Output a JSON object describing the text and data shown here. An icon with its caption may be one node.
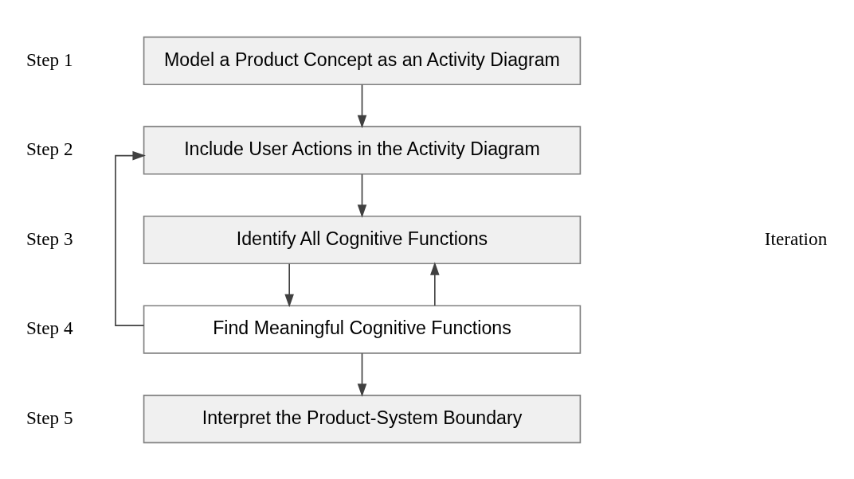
{
  "diagram": {
    "nodes": [
      {
        "text": [
          "Model a Product Concept as an Activity Diagram"
        ],
        "beside": [
          "Step 1"
        ]
      },
      {
        "text": [
          "Include User Actions in the Activity Diagram"
        ],
        "beside": [
          "Step 2"
        ]
      },
      {
        "text": [
          "Identify All Cognitive Functions"
        ],
        "beside": [
          "Step 3"
        ]
      },
      {
        "text": [
          "Find Meaningful Cognitive Functions"
        ],
        "beside": [
          "Step 4"
        ]
      },
      {
        "text": [
          "Interpret the Product-System Boundary"
        ],
        "beside": [
          "Step 5"
        ]
      }
    ],
    "edges": [
      {
        "from": 0,
        "to": 1,
        "arrow": "to"
      },
      {
        "from": 1,
        "to": 2,
        "arrow": "to"
      },
      {
        "from": 2,
        "to": 3,
        "arrow": "to"
      },
      {
        "from": 3,
        "to": 4,
        "arrow": "to"
      },
      {
        "from": 3,
        "to": 2,
        "arrow": "to"
      },
      {
        "from": 3,
        "to": 1,
        "arrow": "to"
      }
    ],
    "labels": [
      "Iteration"
    ]
  }
}
